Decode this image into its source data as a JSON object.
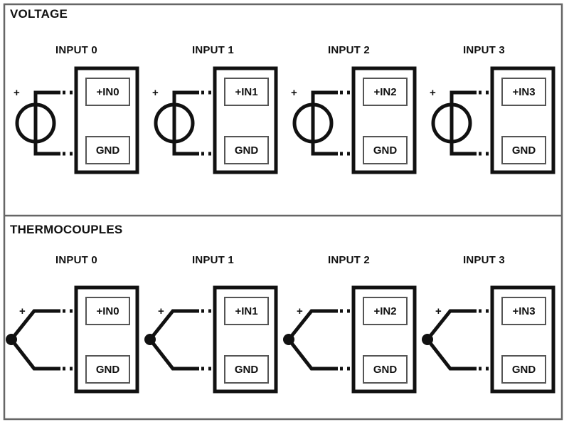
{
  "figure": {
    "title_voltage": "VOLTAGE",
    "title_thermocouples": "THERMOCOUPLES",
    "polarity_marker": "+",
    "colors": {
      "line": "#111111",
      "frame": "#555555",
      "background": "#ffffff",
      "terminal_border": "#555555"
    }
  },
  "sections": [
    {
      "id": "voltage",
      "title": "VOLTAGE",
      "source_type": "voltage-source-circle",
      "channels": [
        {
          "label": "INPUT 0",
          "positive_terminal": "+IN0",
          "ground_terminal": "GND",
          "polarity": "+"
        },
        {
          "label": "INPUT 1",
          "positive_terminal": "+IN1",
          "ground_terminal": "GND",
          "polarity": "+"
        },
        {
          "label": "INPUT 2",
          "positive_terminal": "+IN2",
          "ground_terminal": "GND",
          "polarity": "+"
        },
        {
          "label": "INPUT 3",
          "positive_terminal": "+IN3",
          "ground_terminal": "GND",
          "polarity": "+"
        }
      ]
    },
    {
      "id": "thermocouples",
      "title": "THERMOCOUPLES",
      "source_type": "thermocouple-junction",
      "channels": [
        {
          "label": "INPUT 0",
          "positive_terminal": "+IN0",
          "ground_terminal": "GND",
          "polarity": "+"
        },
        {
          "label": "INPUT 1",
          "positive_terminal": "+IN1",
          "ground_terminal": "GND",
          "polarity": "+"
        },
        {
          "label": "INPUT 2",
          "positive_terminal": "+IN2",
          "ground_terminal": "GND",
          "polarity": "+"
        },
        {
          "label": "INPUT 3",
          "positive_terminal": "+IN3",
          "ground_terminal": "GND",
          "polarity": "+"
        }
      ]
    }
  ]
}
